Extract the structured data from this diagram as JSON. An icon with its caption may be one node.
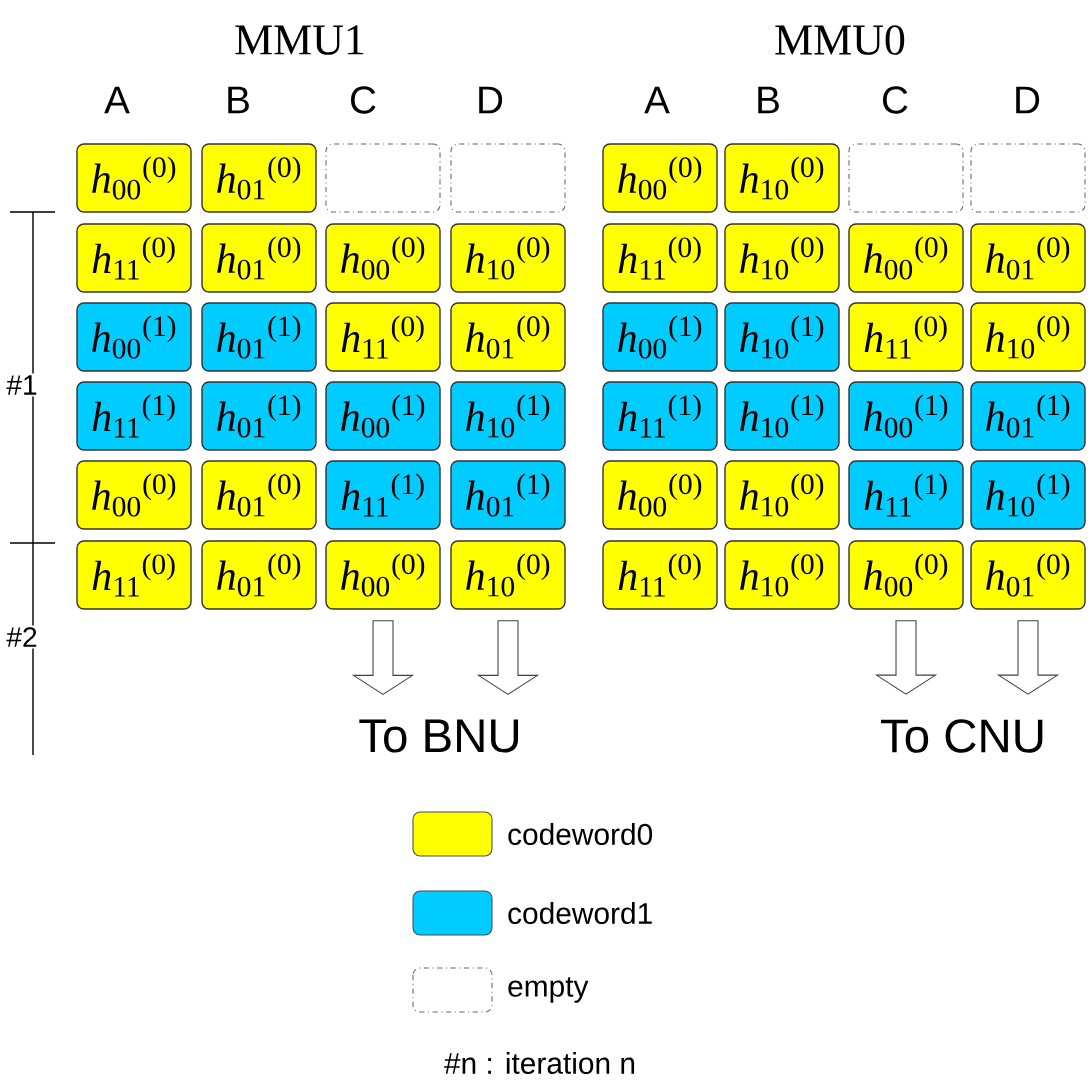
{
  "diagram": {
    "nodes": [
      {
        "text": [
          "*h*$_{00}$$^{(0)}$"
        ]
      },
      {
        "text": [
          "*h*$_{01}$$^{(0)}$"
        ]
      },
      {
        "text": [],
        "shape": "box"
      },
      {
        "text": [],
        "shape": "box"
      },
      {
        "text": [
          "*h*$_{11}$$^{(0)}$"
        ]
      },
      {
        "text": [
          "*h*$_{01}$$^{(0)}$"
        ]
      },
      {
        "text": [
          "*h*$_{00}$$^{(0)}$"
        ]
      },
      {
        "text": [
          "*h*$_{10}$$^{(0)}$"
        ]
      },
      {
        "text": [
          "*h*$_{00}$$^{(1)}$"
        ]
      },
      {
        "text": [
          "*h*$_{01}$$^{(1)}$"
        ]
      },
      {
        "text": [
          "*h*$_{11}$$^{(0)}$"
        ]
      },
      {
        "text": [
          "*h*$_{01}$$^{(0)}$"
        ]
      },
      {
        "text": [
          "*h*$_{11}$$^{(1)}$"
        ]
      },
      {
        "text": [
          "*h*$_{01}$$^{(1)}$"
        ]
      },
      {
        "text": [
          "*h*$_{00}$$^{(1)}$"
        ]
      },
      {
        "text": [
          "*h*$_{10}$$^{(1)}$"
        ]
      },
      {
        "text": [
          "*h*$_{00}$$^{(0)}$"
        ]
      },
      {
        "text": [
          "*h*$_{01}$$^{(0)}$"
        ]
      },
      {
        "text": [
          "*h*$_{11}$$^{(1)}$"
        ]
      },
      {
        "text": [
          "*h*$_{01}$$^{(1)}$"
        ]
      },
      {
        "text": [
          "*h*$_{11}$$^{(0)}$"
        ]
      },
      {
        "text": [
          "*h*$_{01}$$^{(0)}$"
        ]
      },
      {
        "text": [
          "*h*$_{00}$$^{(0)}$"
        ]
      },
      {
        "text": [
          "*h*$_{10}$$^{(0)}$"
        ]
      },
      {
        "text": [
          "*h*$_{00}$$^{(0)}$"
        ]
      },
      {
        "text": [
          "*h*$_{10}$$^{(0)}$"
        ]
      },
      {
        "text": [],
        "shape": "box"
      },
      {
        "text": [],
        "shape": "box"
      },
      {
        "text": [
          "*h*$_{11}$$^{(0)}$"
        ]
      },
      {
        "text": [
          "*h*$_{10}$$^{(0)}$"
        ]
      },
      {
        "text": [
          "*h*$_{00}$$^{(0)}$"
        ]
      },
      {
        "text": [
          "*h*$_{01}$$^{(0)}$"
        ]
      },
      {
        "text": [
          "*h*$_{00}$$^{(1)}$"
        ]
      },
      {
        "text": [
          "*h*$_{10}$$^{(1)}$"
        ]
      },
      {
        "text": [
          "*h*$_{11}$$^{(0)}$"
        ]
      },
      {
        "text": [
          "*h*$_{10}$$^{(0)}$"
        ]
      },
      {
        "text": [
          "*h*$_{11}$$^{(1)}$"
        ]
      },
      {
        "text": [
          "*h*$_{10}$$^{(1)}$"
        ]
      },
      {
        "text": [
          "*h*$_{00}$$^{(1)}$"
        ]
      },
      {
        "text": [
          "*h*$_{01}$$^{(1)}$"
        ]
      },
      {
        "text": [
          "*h*$_{00}$$^{(0)}$"
        ]
      },
      {
        "text": [
          "*h*$_{10}$$^{(0)}$"
        ]
      },
      {
        "text": [
          "*h*$_{11}$$^{(1)}$"
        ]
      },
      {
        "text": [
          "*h*$_{10}$$^{(1)}$"
        ]
      },
      {
        "text": [
          "*h*$_{11}$$^{(0)}$"
        ]
      },
      {
        "text": [
          "*h*$_{10}$$^{(0)}$"
        ]
      },
      {
        "text": [
          "*h*$_{00}$$^{(0)}$"
        ]
      },
      {
        "text": [
          "*h*$_{01}$$^{(0)}$"
        ]
      },
      {
        "text": [
          "To BNU"
        ]
      },
      {
        "text": [
          "To CNU"
        ]
      }
    ],
    "edges": [
      {
        "from": 22,
        "to": 48,
        "arrow": "to"
      },
      {
        "from": 23,
        "to": 48,
        "arrow": "to"
      },
      {
        "from": 46,
        "to": 49,
        "arrow": "to"
      },
      {
        "from": 47,
        "to": 49,
        "arrow": "to"
      }
    ],
    "labels": [
      "MMU1",
      "MMU0",
      "A",
      "B",
      "C",
      "D",
      "A",
      "B",
      "C",
      "D",
      "#1",
      "#2",
      "#n : iteration n"
    ],
    "legend": [
      {
        "text": "codeword0",
        "color": "#ffff00"
      },
      {
        "text": "codeword1",
        "color": "#00ccff"
      },
      {
        "text": "empty"
      }
    ]
  }
}
